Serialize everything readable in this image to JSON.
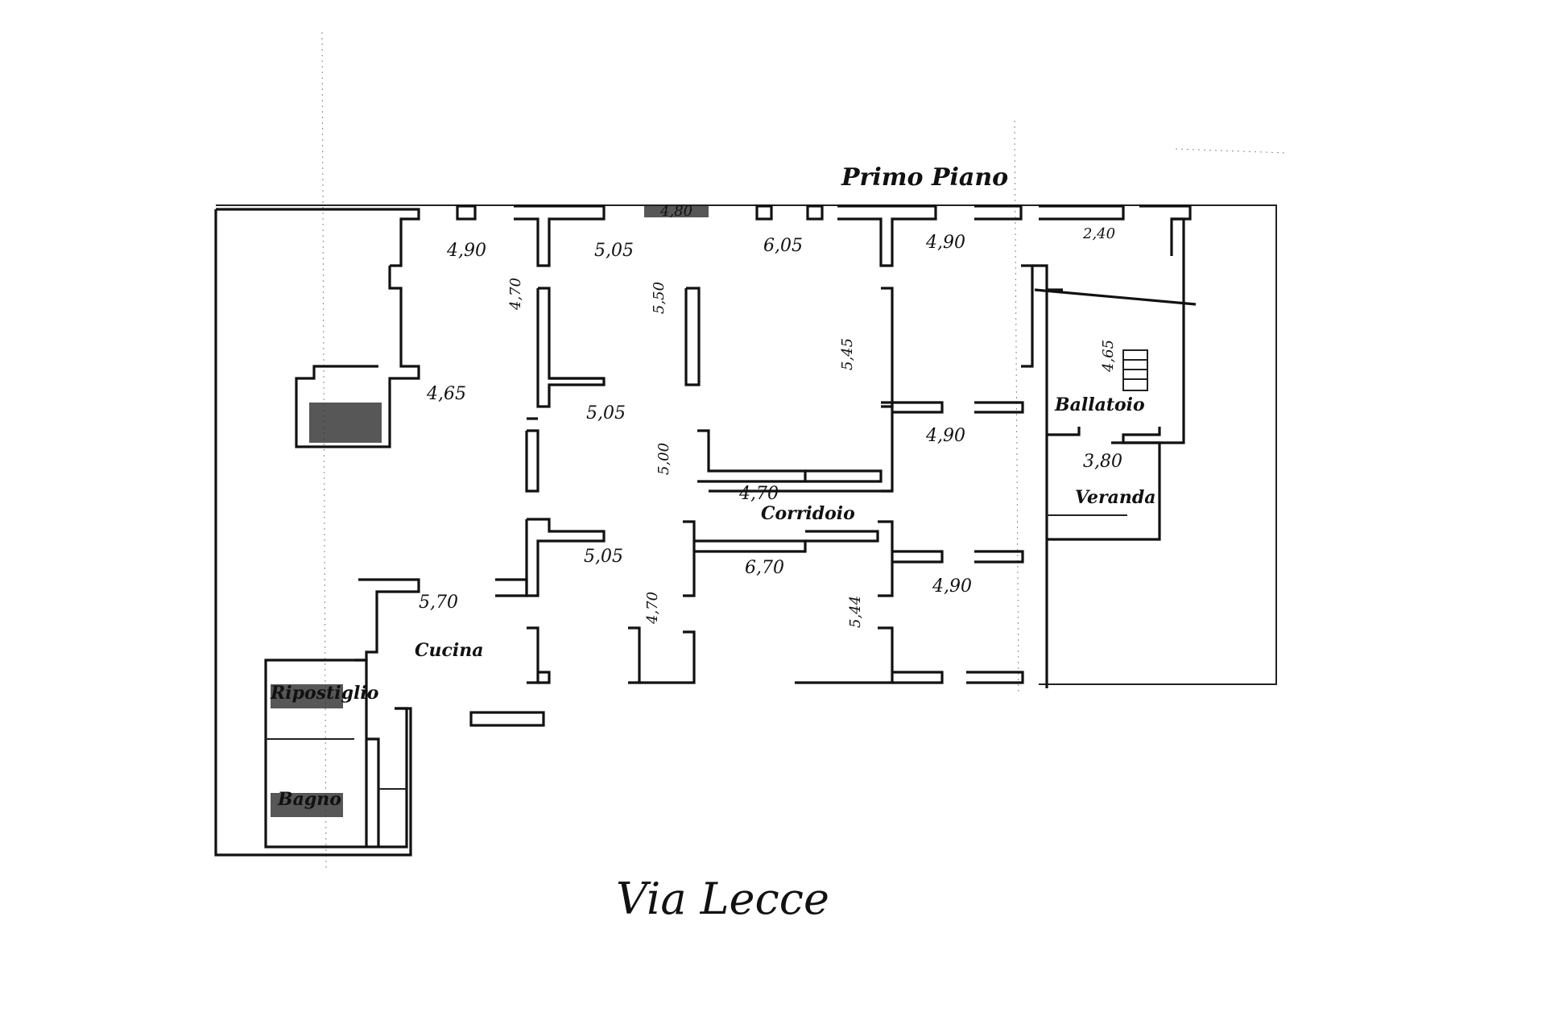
{
  "title": "Primo Piano",
  "street": "Via Lecce",
  "room_labels": {
    "kitchen": "Cucina",
    "corridor": "Corridoio",
    "ballatoio": "Ballatoio",
    "veranda": "Veranda",
    "ripostiglio": "Ripostiglio",
    "bagno": "Bagno"
  },
  "dimensions": {
    "top_1": "4,90",
    "top_2": "5,05",
    "top_3": "6,05",
    "top_4": "4,90",
    "top_5": "4,80",
    "top_6": "2,40",
    "v_1": "4,70",
    "v_2": "5,50",
    "v_3": "5,45",
    "v_4": "4,65",
    "mid_1": "4,65",
    "mid_2": "5,05",
    "mid_3": "5,00",
    "mid_4": "4,90",
    "mid_5": "4,70",
    "mid_6": "3,80",
    "low_1": "5,05",
    "low_2": "6,70",
    "low_3": "4,90",
    "low_4": "5,70",
    "low_5": "5,44",
    "low_6": "4,70"
  }
}
